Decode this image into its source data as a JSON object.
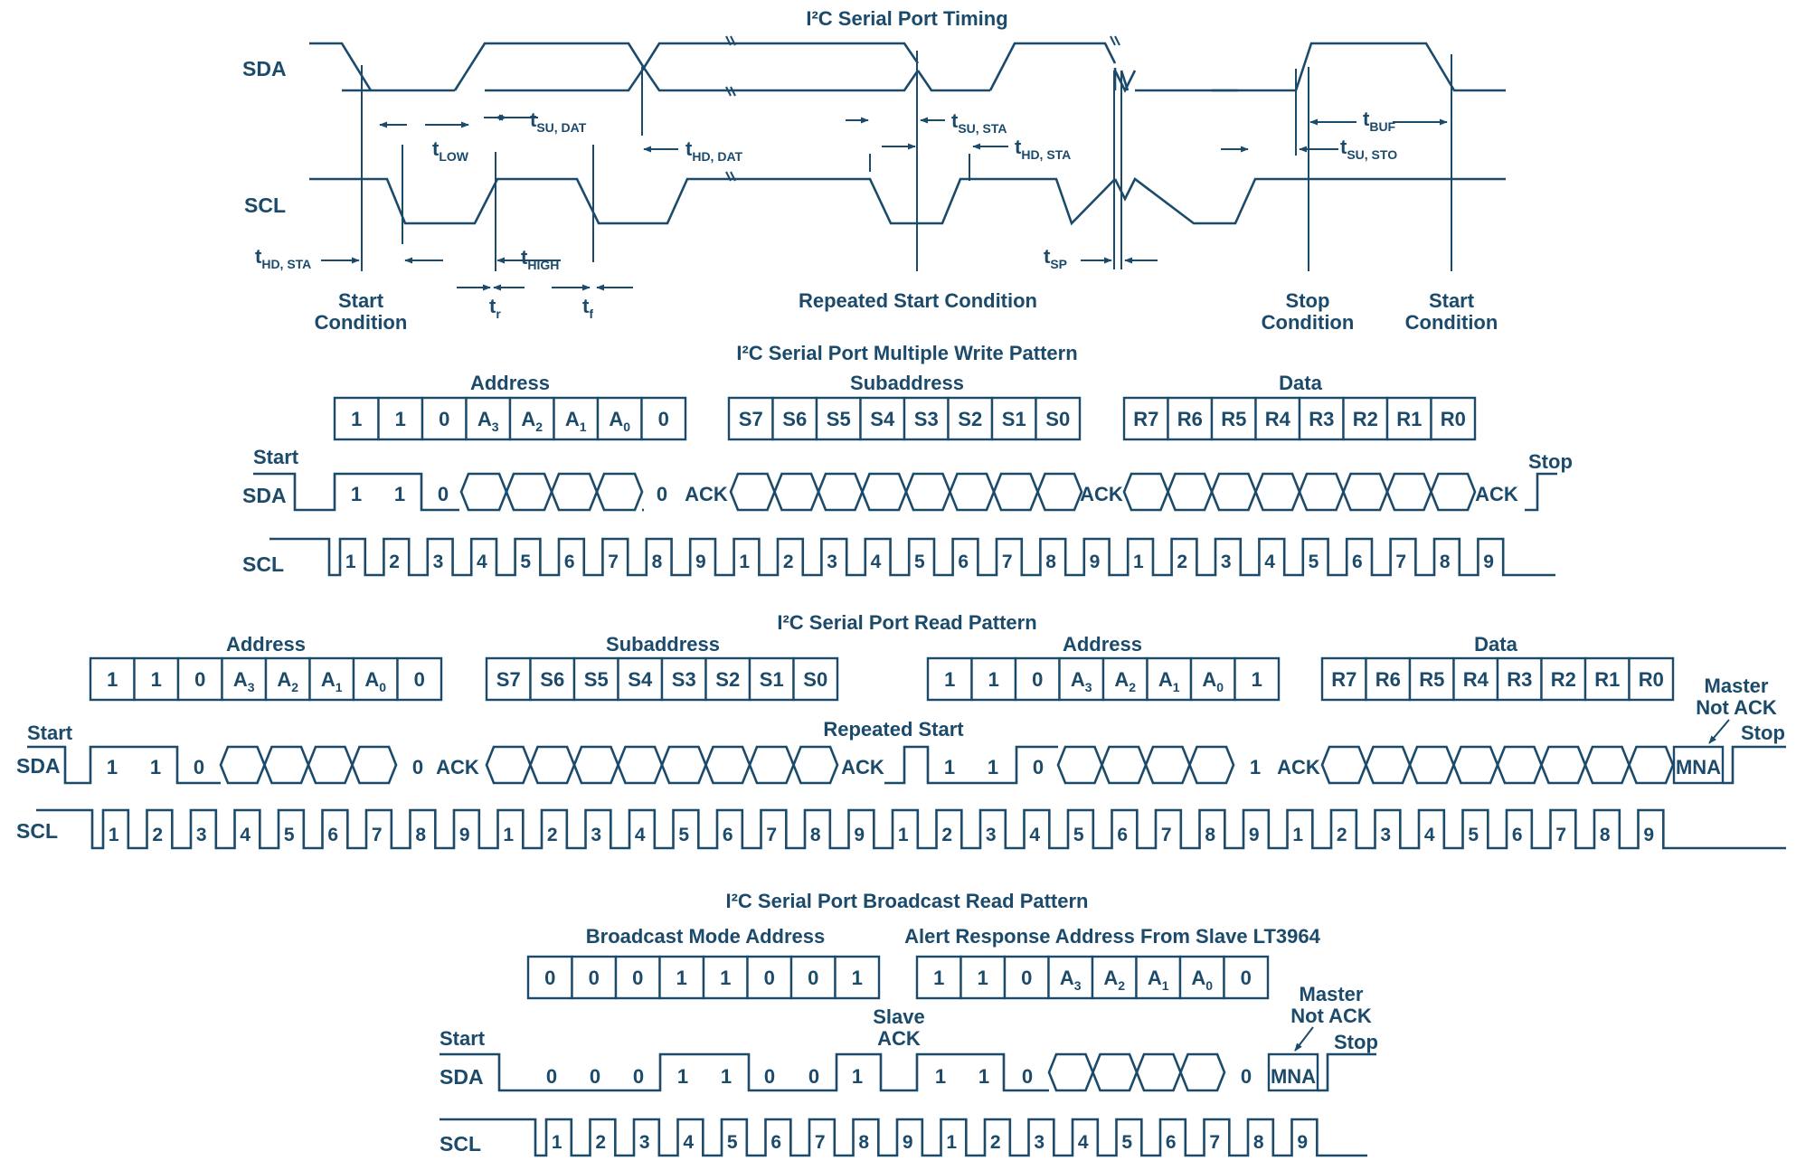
{
  "colors": {
    "ink": "#1b4a6b",
    "background": "#ffffff"
  },
  "timing": {
    "title": "I²C Serial Port Timing",
    "sda": "SDA",
    "scl": "SCL",
    "t_low": "tLOW",
    "t_su_dat": "tSU, DAT",
    "t_hd_dat": "tHD, DAT",
    "t_su_sta": "tSU, STA",
    "t_hd_sta_right": "tHD, STA",
    "t_buf": "tBUF",
    "t_su_sto": "tSU, STO",
    "t_hd_sta_left": "tHD, STA",
    "t_high": "tHIGH",
    "t_r": "tr",
    "t_f": "tf",
    "t_sp": "tSP",
    "start_condition_1": "Start",
    "start_condition_2": "Condition",
    "repeated_start": "Repeated Start Condition",
    "stop_condition_1": "Stop",
    "stop_condition_2": "Condition",
    "start2_condition_1": "Start",
    "start2_condition_2": "Condition"
  },
  "write": {
    "title": "I²C Serial Port Multiple Write Pattern",
    "address_label": "Address",
    "address_bits": [
      "1",
      "1",
      "0",
      "A3",
      "A2",
      "A1",
      "A0",
      "0"
    ],
    "subaddress_label": "Subaddress",
    "subaddress_bits": [
      "S7",
      "S6",
      "S5",
      "S4",
      "S3",
      "S2",
      "S1",
      "S0"
    ],
    "data_label": "Data",
    "data_bits": [
      "R7",
      "R6",
      "R5",
      "R4",
      "R3",
      "R2",
      "R1",
      "R0"
    ],
    "start": "Start",
    "stop": "Stop",
    "sda": "SDA",
    "scl": "SCL",
    "ack": "ACK",
    "sda_bits": [
      "1",
      "1",
      "0",
      "0"
    ],
    "clock_numbers": [
      "1",
      "2",
      "3",
      "4",
      "5",
      "6",
      "7",
      "8",
      "9",
      "1",
      "2",
      "3",
      "4",
      "5",
      "6",
      "7",
      "8",
      "9",
      "1",
      "2",
      "3",
      "4",
      "5",
      "6",
      "7",
      "8",
      "9"
    ]
  },
  "read": {
    "title": "I²C Serial Port Read Pattern",
    "address_label": "Address",
    "address_bits": [
      "1",
      "1",
      "0",
      "A3",
      "A2",
      "A1",
      "A0",
      "0"
    ],
    "subaddress_label": "Subaddress",
    "subaddress_bits": [
      "S7",
      "S6",
      "S5",
      "S4",
      "S3",
      "S2",
      "S1",
      "S0"
    ],
    "address2_label": "Address",
    "address2_bits": [
      "1",
      "1",
      "0",
      "A3",
      "A2",
      "A1",
      "A0",
      "1"
    ],
    "data_label": "Data",
    "data_bits": [
      "R7",
      "R6",
      "R5",
      "R4",
      "R3",
      "R2",
      "R1",
      "R0"
    ],
    "start": "Start",
    "repeated_start": "Repeated Start",
    "master_not_ack_1": "Master",
    "master_not_ack_2": "Not ACK",
    "stop": "Stop",
    "sda": "SDA",
    "scl": "SCL",
    "ack": "ACK",
    "mna": "MNA",
    "sda_bits": [
      "1",
      "1",
      "0",
      "0",
      "1",
      "1",
      "0",
      "1"
    ],
    "clock_numbers": [
      "1",
      "2",
      "3",
      "4",
      "5",
      "6",
      "7",
      "8",
      "9",
      "1",
      "2",
      "3",
      "4",
      "5",
      "6",
      "7",
      "8",
      "9",
      "1",
      "2",
      "3",
      "4",
      "5",
      "6",
      "7",
      "8",
      "9",
      "1",
      "2",
      "3",
      "4",
      "5",
      "6",
      "7",
      "8",
      "9"
    ]
  },
  "broadcast": {
    "title": "I²C Serial Port Broadcast Read Pattern",
    "broadcast_label": "Broadcast Mode Address",
    "broadcast_bits": [
      "0",
      "0",
      "0",
      "1",
      "1",
      "0",
      "0",
      "1"
    ],
    "alert_label": "Alert Response Address From Slave LT3964",
    "alert_bits": [
      "1",
      "1",
      "0",
      "A3",
      "A2",
      "A1",
      "A0",
      "0"
    ],
    "start": "Start",
    "slave_ack_1": "Slave",
    "slave_ack_2": "ACK",
    "master_not_ack_1": "Master",
    "master_not_ack_2": "Not ACK",
    "stop": "Stop",
    "sda": "SDA",
    "scl": "SCL",
    "mna": "MNA",
    "sda_bits": [
      "0",
      "0",
      "0",
      "1",
      "1",
      "0",
      "0",
      "1",
      "1",
      "1",
      "0",
      "0"
    ],
    "clock_numbers": [
      "1",
      "2",
      "3",
      "4",
      "5",
      "6",
      "7",
      "8",
      "9",
      "1",
      "2",
      "3",
      "4",
      "5",
      "6",
      "7",
      "8",
      "9"
    ]
  }
}
